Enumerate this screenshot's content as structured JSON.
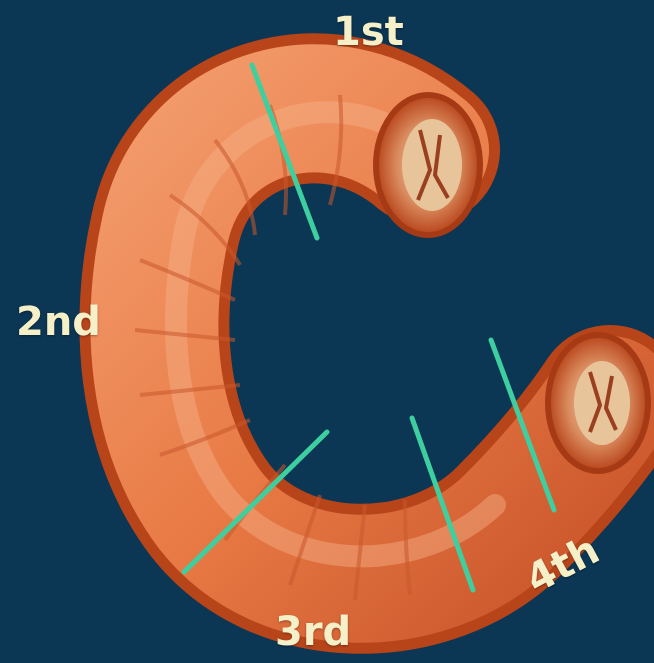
{
  "diagram": {
    "colors": {
      "background": "#0b3654",
      "tube": "#e87a45",
      "tube_dark": "#b8441a",
      "lumen": "#d9b28a",
      "divider": "#3ecfa0",
      "label": "#f6f0c8"
    },
    "parts": [
      {
        "label": "1st"
      },
      {
        "label": "2nd"
      },
      {
        "label": "3rd"
      },
      {
        "label": "4th"
      }
    ]
  }
}
